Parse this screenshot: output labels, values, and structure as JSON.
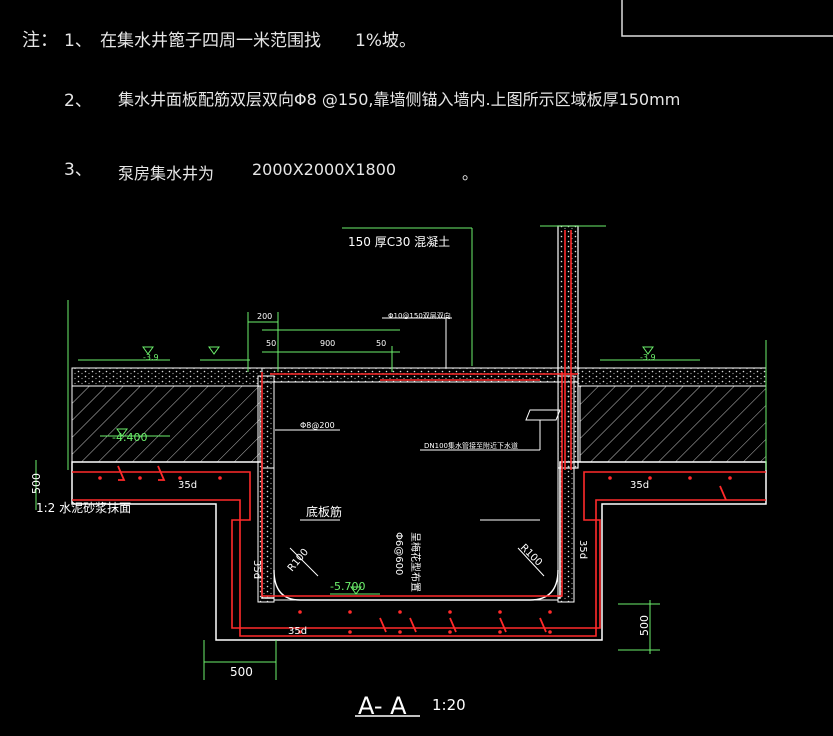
{
  "notes": {
    "prefix": "注：",
    "items": [
      {
        "num": "1、",
        "text": "在集水井篦子四周一米范围找",
        "extra": "1%坡。"
      },
      {
        "num": "2、",
        "text": "集水井面板配筋双层双向Φ8 @150,靠墙侧锚入墙内.上图所示区域板厚150mm",
        "extra": ""
      },
      {
        "num": "3、",
        "text": "泵房集水井为",
        "extra": "2000X2000X1800",
        "tail": "。"
      }
    ]
  },
  "drawing": {
    "slab_label": "150 厚C30 混凝土",
    "rebar_top_label": "Φ10@150双层双向",
    "dim_200": "200",
    "dim_50_left": "50",
    "dim_900": "900",
    "dim_50_right": "50",
    "elev_left": "-3.9",
    "elev_right": "-3.9",
    "elev_soil": "-4.400",
    "elev_pit": "-5.700",
    "wall_rebar": "Φ8@200",
    "pipe_label": "DN100集水管接至附近下水道",
    "anchor_left": "35d",
    "anchor_right": "35d",
    "anchor_bottom": "35d",
    "side_35d_left": "35d",
    "side_35d_right": "35d",
    "mortar_label": "1:2 水泥砂浆抹面",
    "bottom_rebar_label": "底板筋",
    "r_left": "R100",
    "r_right": "R100",
    "center_rebar": "Φ6@600",
    "center_rebar_2": "呈梅花型布置",
    "dim_500_left": "500",
    "dim_500_bottom": "500",
    "dim_500_right": "500",
    "section_title": "A- A",
    "scale": "1:20"
  },
  "colors": {
    "background": "#000000",
    "text": "#e6e6e6",
    "concrete": "#ffffff",
    "rebar": "#ff2a2a",
    "dimension": "#6cf06c",
    "grey": "#cfcfcf"
  }
}
